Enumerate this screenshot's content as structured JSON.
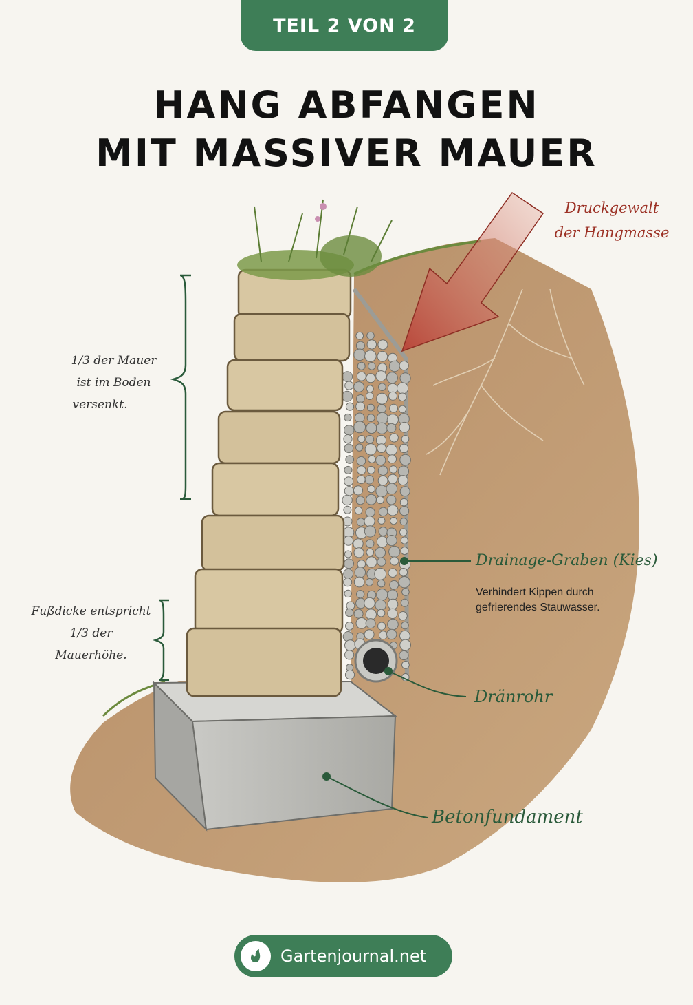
{
  "badge": {
    "label": "TEIL 2 VON 2"
  },
  "title": {
    "line1": "HANG ABFANGEN",
    "line2": "MIT MASSIVER MAUER"
  },
  "labels": {
    "force_line1": "Druckgewalt",
    "force_line2": "der Hangmasse",
    "buried_line1": "1/3 der Mauer",
    "buried_line2": "ist im Boden",
    "buried_line3": "versenkt.",
    "foot_line1": "Fußdicke entspricht",
    "foot_line2": "1/3 der",
    "foot_line3": "Mauerhöhe.",
    "drainage_title": "Drainage-Graben (Kies)",
    "drainage_note": "Verhindert Kippen durch gefrierendes Stauwasser.",
    "pipe": "Dränrohr",
    "foundation": "Betonfundament"
  },
  "footer": {
    "brand": "Gartenjournal.net",
    "icon": "garden-leaf-icon"
  },
  "colors": {
    "brand_green": "#3e7e57",
    "label_green": "#2a5a3a",
    "force_red": "#9c3226",
    "soil": "#b58a5c",
    "stone": "#d8c7a2",
    "concrete": "#b9b9b5",
    "gravel": "#b7b7b2"
  }
}
